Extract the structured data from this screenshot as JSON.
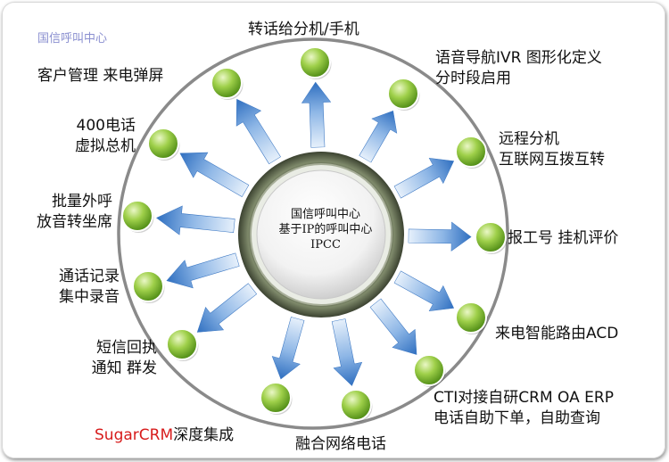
{
  "brand": "国信呼叫中心",
  "core": {
    "line1": "国信呼叫中心",
    "line2": "基于IP的呼叫中心",
    "line3": "IPCC"
  },
  "features": {
    "transfer": "转话给分机/手机",
    "ivr": {
      "line1": "语音导航IVR 图形化定义",
      "line2": "分时段启用"
    },
    "remote": {
      "line1": "远程分机",
      "line2": "互联网互拨互转"
    },
    "report": "报工号 挂机评价",
    "acd": "来电智能路由ACD",
    "cti": {
      "line1": "CTI对接自研CRM OA ERP",
      "line2": "电话自助下单，自助查询"
    },
    "fusion": "融合网络电话",
    "sugar": {
      "brand": "SugarCRM",
      "text": "深度集成"
    },
    "sms": {
      "line1": "短信回执",
      "line2": "通知 群发"
    },
    "record": {
      "line1": "通话记录",
      "line2": "集中录音"
    },
    "outbound": {
      "line1": "批量外呼",
      "line2": "放音转坐席"
    },
    "virtual": {
      "line1": "400电话",
      "line2": "虚拟总机"
    },
    "crm": "客户管理 来电弹屏"
  },
  "colors": {
    "ring": "#7f7f7f",
    "arrow": "#4a86cf",
    "node": "#6fae2a",
    "core_rim": "#5c6450"
  }
}
